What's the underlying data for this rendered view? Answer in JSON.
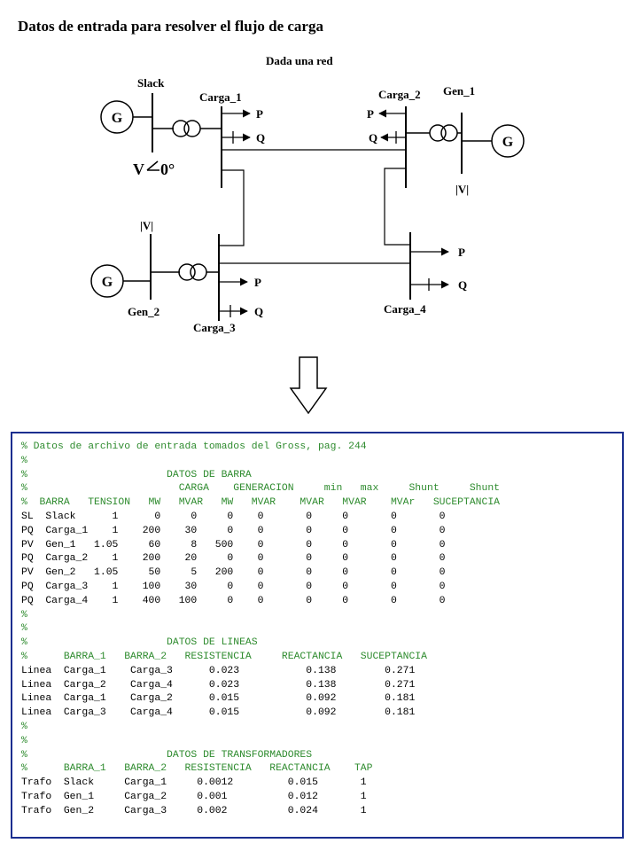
{
  "title": "Datos de entrada para resolver el flujo de carga",
  "diagram": {
    "subtitle": "Dada una red",
    "labels": {
      "slack": "Slack",
      "carga_1": "Carga_1",
      "carga_2": "Carga_2",
      "gen_1": "Gen_1",
      "gen_2": "Gen_2",
      "carga_3": "Carga_3",
      "carga_4": "Carga_4"
    },
    "generator_symbol": "G",
    "p": "P",
    "q": "Q",
    "v_magnitude": "|V|",
    "v_angle_prefix": "V",
    "v_angle_value": "0°"
  },
  "code": {
    "lines": [
      {
        "c": true,
        "text": "% Datos de archivo de entrada tomados del Gross, pag. 244"
      },
      {
        "c": true,
        "text": "%"
      },
      {
        "c": true,
        "text": "%                       DATOS DE BARRA"
      },
      {
        "c": true,
        "text": "%                         CARGA    GENERACION     min   max     Shunt     Shunt"
      },
      {
        "c": true,
        "text": "%  BARRA   TENSION   MW   MVAR   MW   MVAR    MVAR   MVAR    MVAr   SUCEPTANCIA"
      },
      {
        "c": false,
        "text": "SL  Slack      1      0     0     0    0       0     0       0       0"
      },
      {
        "c": false,
        "text": "PQ  Carga_1    1    200    30     0    0       0     0       0       0"
      },
      {
        "c": false,
        "text": "PV  Gen_1   1.05     60     8   500    0       0     0       0       0"
      },
      {
        "c": false,
        "text": "PQ  Carga_2    1    200    20     0    0       0     0       0       0"
      },
      {
        "c": false,
        "text": "PV  Gen_2   1.05     50     5   200    0       0     0       0       0"
      },
      {
        "c": false,
        "text": "PQ  Carga_3    1    100    30     0    0       0     0       0       0"
      },
      {
        "c": false,
        "text": "PQ  Carga_4    1    400   100     0    0       0     0       0       0"
      },
      {
        "c": true,
        "text": "%"
      },
      {
        "c": true,
        "text": "%"
      },
      {
        "c": true,
        "text": "%                       DATOS DE LINEAS"
      },
      {
        "c": true,
        "text": "%      BARRA_1   BARRA_2   RESISTENCIA     REACTANCIA   SUCEPTANCIA"
      },
      {
        "c": false,
        "text": "Linea  Carga_1    Carga_3      0.023           0.138        0.271"
      },
      {
        "c": false,
        "text": "Linea  Carga_2    Carga_4      0.023           0.138        0.271"
      },
      {
        "c": false,
        "text": "Linea  Carga_1    Carga_2      0.015           0.092        0.181"
      },
      {
        "c": false,
        "text": "Linea  Carga_3    Carga_4      0.015           0.092        0.181"
      },
      {
        "c": true,
        "text": "%"
      },
      {
        "c": true,
        "text": "%"
      },
      {
        "c": true,
        "text": "%                       DATOS DE TRANSFORMADORES"
      },
      {
        "c": true,
        "text": "%      BARRA_1   BARRA_2   RESISTENCIA   REACTANCIA    TAP"
      },
      {
        "c": false,
        "text": "Trafo  Slack     Carga_1     0.0012         0.015       1"
      },
      {
        "c": false,
        "text": "Trafo  Gen_1     Carga_2     0.001          0.012       1"
      },
      {
        "c": false,
        "text": "Trafo  Gen_2     Carga_3     0.002          0.024       1"
      }
    ]
  },
  "colors": {
    "comment": "#2e8b2e",
    "panel_border": "#1a2e8f"
  }
}
